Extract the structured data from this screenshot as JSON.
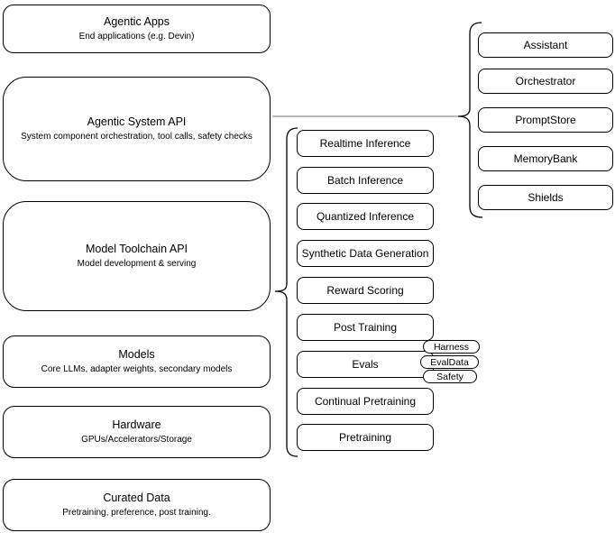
{
  "diagram": {
    "left_stack": [
      {
        "title": "Agentic Apps",
        "subtitle": "End applications (e.g. Devin)"
      },
      {
        "title": "Agentic System API",
        "subtitle": "System component orchestration, tool calls, safety checks"
      },
      {
        "title": "Model Toolchain API",
        "subtitle": "Model development & serving"
      },
      {
        "title": "Models",
        "subtitle": "Core LLMs, adapter weights, secondary models"
      },
      {
        "title": "Hardware",
        "subtitle": "GPUs/Accelerators/Storage"
      },
      {
        "title": "Curated Data",
        "subtitle": "Pretraining, preference, post training."
      }
    ],
    "toolchain_items": [
      "Realtime Inference",
      "Batch Inference",
      "Quantized Inference",
      "Synthetic Data Generation",
      "Reward Scoring",
      "Post Training",
      "Evals",
      "Continual Pretraining",
      "Pretraining"
    ],
    "eval_tags": [
      "Harness",
      "EvalData",
      "Safety"
    ],
    "system_components": [
      "Assistant",
      "Orchestrator",
      "PromptStore",
      "MemoryBank",
      "Shields"
    ],
    "colors": {
      "border": "#000000",
      "fill": "#ffffff",
      "connector": "#8f8f8f",
      "background": "#ffffff"
    }
  }
}
